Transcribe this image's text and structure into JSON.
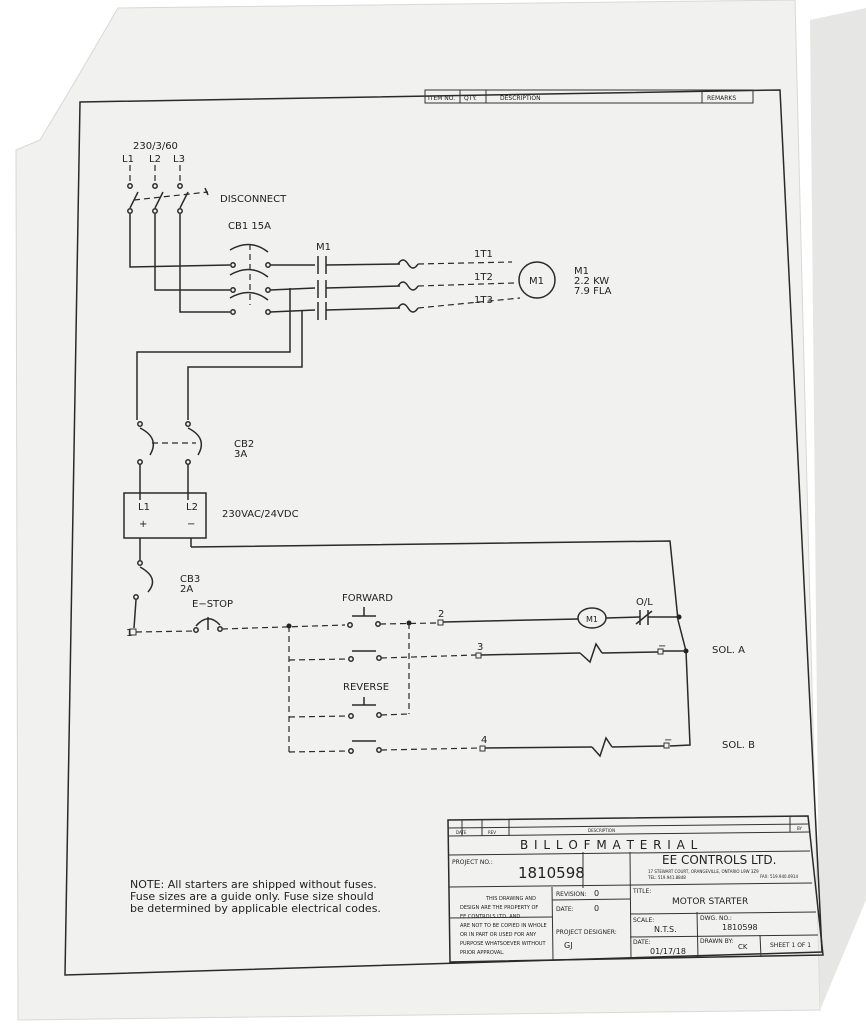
{
  "header_row": {
    "item_no": "ITEM NO.",
    "qty": "QTY.",
    "description": "DESCRIPTION",
    "remarks": "REMARKS"
  },
  "power": {
    "supply": "230/3/60",
    "lines": [
      "L1",
      "L2",
      "L3"
    ],
    "disconnect": "DISCONNECT",
    "cb1": "CB1 15A",
    "contactor": "M1",
    "terminals": [
      "1T1",
      "1T2",
      "1T3"
    ],
    "motor": "M1",
    "motor_specs": [
      "M1",
      "2.2 KW",
      "7.9 FLA"
    ]
  },
  "control": {
    "cb2": [
      "CB2",
      "3A"
    ],
    "psu_terminals": [
      "L1",
      "L2"
    ],
    "psu_polarity": [
      "+",
      "−"
    ],
    "psu": "230VAC/24VDC",
    "cb3": [
      "CB3",
      "2A"
    ],
    "estop": "E−STOP",
    "node1": "1",
    "forward": "FORWARD",
    "reverse": "REVERSE",
    "wire_numbers": [
      "2",
      "3",
      "4"
    ],
    "coil": "M1",
    "overload": "O/L",
    "sol_a": "SOL. A",
    "sol_b": "SOL. B"
  },
  "note": [
    "NOTE:  All starters are shipped without fuses.",
    "Fuse sizes are a guide only.  Fuse size should",
    "be determined by applicable electrical codes."
  ],
  "title_block": {
    "rev_header": [
      "DATE",
      "REV",
      "DESCRIPTION",
      "BY"
    ],
    "bom_title": "B I L L   O F   M A T E R I A L",
    "project_no_label": "PROJECT NO.:",
    "project_no": "1810598",
    "company": "EE CONTROLS LTD.",
    "company_address": "17 STEWART COURT, ORANGEVILLE, ONTARIO  L9W 3Z9",
    "company_tel": "TEL:  519.941.8848",
    "company_fax": "FAX:  519.940.0914",
    "property_notice": [
      "THIS DRAWING AND",
      "DESIGN ARE THE PROPERTY OF",
      "EE CONTROLS LTD. AND",
      "ARE NOT TO BE COPIED IN WHOLE",
      "OR IN PART OR USED FOR ANY",
      "PURPOSE WHATSOEVER WITHOUT",
      "PRIOR APPROVAL."
    ],
    "revision_label": "REVISION:",
    "revision": "0",
    "date_label": "DATE:",
    "date": "0",
    "title_label": "TITLE:",
    "title": "MOTOR STARTER",
    "project_designer_label": "PROJECT DESIGNER:",
    "project_designer": "GJ",
    "scale_label": "SCALE:",
    "scale": "N.T.S.",
    "dwg_no_label": "DWG. NO.:",
    "dwg_no": "1810598",
    "drawn_date_label": "DATE:",
    "drawn_date": "01/17/18",
    "drawn_by_label": "DRAWN BY:",
    "drawn_by": "CK",
    "sheet": "SHEET 1 OF 1"
  }
}
